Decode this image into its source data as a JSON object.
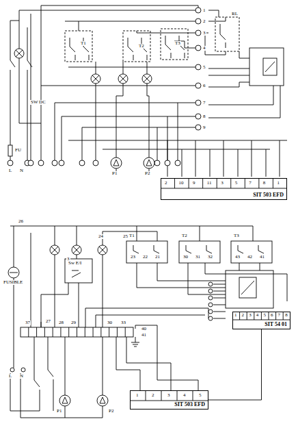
{
  "diagram": {
    "nodes": [
      {
        "text": [
          "SIT 503 EFD"
        ]
      },
      {
        "text": [
          "SIT 54 01"
        ]
      },
      {
        "text": [
          "SIT 503 EFD"
        ]
      }
    ],
    "edges": [
      {
        "from": 1,
        "to": 2,
        "arrow": "none"
      }
    ],
    "labels": [
      "1",
      "2",
      "3",
      "4",
      "5",
      "6",
      "7",
      "8",
      "9",
      "T1",
      "T2",
      "T3",
      "RL",
      "SW DC",
      "FU",
      "P1",
      "P2",
      "L",
      "N",
      "2",
      "10",
      "9",
      "11",
      "3",
      "5",
      "7",
      "8",
      "1",
      "26",
      "3",
      "24",
      "25",
      "T1",
      "T2",
      "T3",
      "Sw E/I",
      "FUSIBLE",
      "23",
      "22",
      "21",
      "30",
      "31",
      "32",
      "43",
      "42",
      "41",
      "37",
      "27",
      "28",
      "29",
      "30",
      "33",
      "40",
      "41",
      "P1",
      "P2",
      "L",
      "N",
      "1",
      "2",
      "3",
      "4",
      "5",
      "1",
      "2",
      "3",
      "4",
      "5",
      "6",
      "7",
      "8"
    ]
  }
}
